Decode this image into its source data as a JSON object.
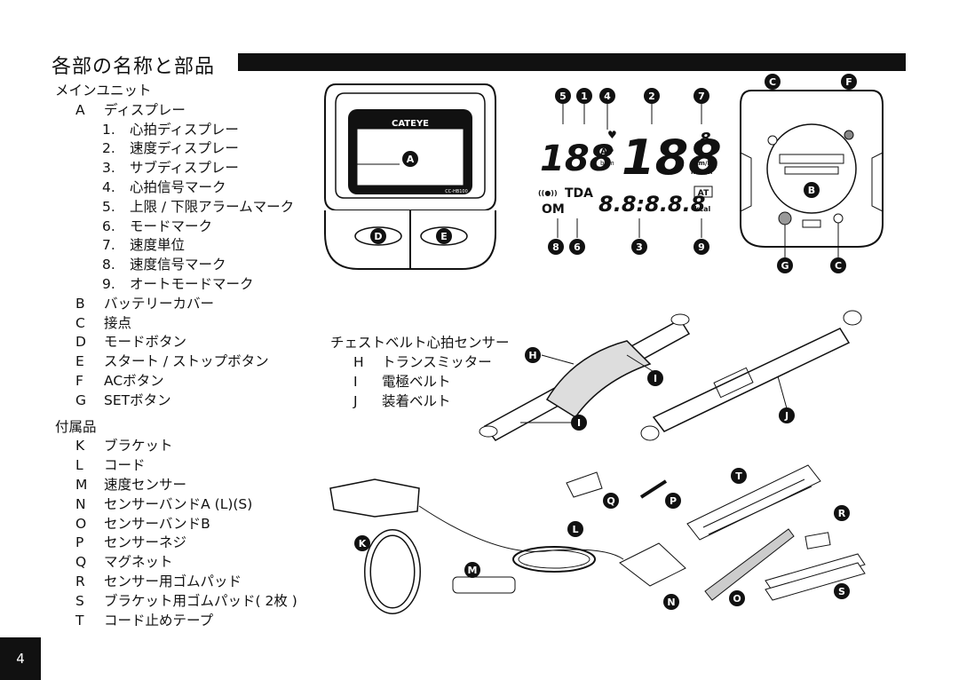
{
  "section_title": "各部の名称と部品",
  "main_unit": {
    "heading": "メインユニット",
    "items": [
      {
        "letter": "A",
        "label": "ディスプレー"
      },
      {
        "sub": true,
        "num": "1.",
        "label": "心拍ディスプレー"
      },
      {
        "sub": true,
        "num": "2.",
        "label": "速度ディスプレー"
      },
      {
        "sub": true,
        "num": "3.",
        "label": "サブディスプレー"
      },
      {
        "sub": true,
        "num": "4.",
        "label": "心拍信号マーク"
      },
      {
        "sub": true,
        "num": "5.",
        "label": "上限 / 下限アラームマーク"
      },
      {
        "sub": true,
        "num": "6.",
        "label": "モードマーク"
      },
      {
        "sub": true,
        "num": "7.",
        "label": "速度単位"
      },
      {
        "sub": true,
        "num": "8.",
        "label": "速度信号マーク"
      },
      {
        "sub": true,
        "num": "9.",
        "label": "オートモードマーク"
      },
      {
        "letter": "B",
        "label": "バッテリーカバー"
      },
      {
        "letter": "C",
        "label": "接点"
      },
      {
        "letter": "D",
        "label": "モードボタン"
      },
      {
        "letter": "E",
        "label": "スタート / ストップボタン"
      },
      {
        "letter": "F",
        "label": "ACボタン"
      },
      {
        "letter": "G",
        "label": "SETボタン"
      }
    ]
  },
  "accessories": {
    "heading": "付属品",
    "items": [
      {
        "letter": "K",
        "label": "ブラケット"
      },
      {
        "letter": "L",
        "label": "コード"
      },
      {
        "letter": "M",
        "label": "速度センサー"
      },
      {
        "letter": "N",
        "label": "センサーバンドA (L)(S)"
      },
      {
        "letter": "O",
        "label": "センサーバンドB"
      },
      {
        "letter": "P",
        "label": "センサーネジ"
      },
      {
        "letter": "Q",
        "label": "マグネット"
      },
      {
        "letter": "R",
        "label": "センサー用ゴムパッド"
      },
      {
        "letter": "S",
        "label": "ブラケット用ゴムパッド( 2枚 )"
      },
      {
        "letter": "T",
        "label": "コード止めテープ"
      }
    ]
  },
  "chest_belt": {
    "heading": "チェストベルト心拍センサー",
    "items": [
      {
        "letter": "H",
        "label": "トランスミッター"
      },
      {
        "letter": "I",
        "label": "電極ベルト"
      },
      {
        "letter": "J",
        "label": "装着ベルト"
      }
    ]
  },
  "illustration": {
    "brand": "CATEYE",
    "model": "CC-HB100",
    "lcd_heart": "188",
    "lcd_speed": "188",
    "lcd_speed_small": "8",
    "lcd_sub": "8.8:8.8.8",
    "lcd_ap": "AP",
    "lcd_bpm": "bpm",
    "lcd_kmh": "km/h",
    "lcd_mileh": "mile/h",
    "lcd_tda": "TDA",
    "lcd_om": "OM",
    "lcd_at": "AT",
    "lcd_kcal": "kcal",
    "lcd_signal": "((●))",
    "callouts_top": [
      "5",
      "1",
      "4",
      "2",
      "7"
    ],
    "callouts_bottom": [
      "8",
      "6",
      "3",
      "9"
    ],
    "unit_letters": [
      "A",
      "D",
      "E"
    ],
    "back_letters": [
      "C",
      "F",
      "B",
      "G",
      "C"
    ],
    "belt_letters": [
      "H",
      "I",
      "I",
      "J"
    ],
    "acc_letters": [
      "T",
      "Q",
      "P",
      "R",
      "L",
      "K",
      "M",
      "N",
      "O",
      "S"
    ]
  },
  "page_number": "4"
}
